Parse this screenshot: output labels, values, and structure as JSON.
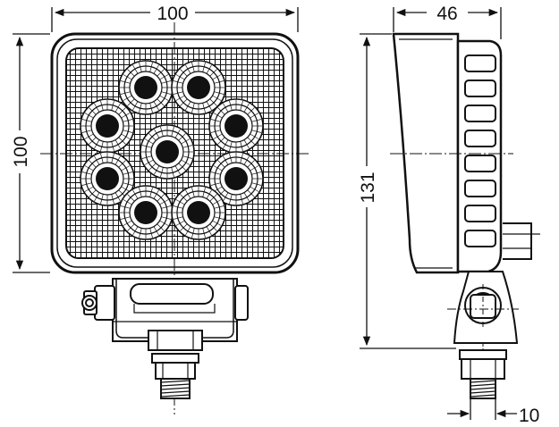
{
  "dimensions": {
    "front_width": "100",
    "front_height": "100",
    "side_depth": "46",
    "side_height": "131",
    "bolt_width": "10"
  },
  "colors": {
    "line": "#111111",
    "background": "#ffffff"
  },
  "front_view": {
    "led_count": 9
  },
  "side_view": {
    "fin_count": 8
  }
}
